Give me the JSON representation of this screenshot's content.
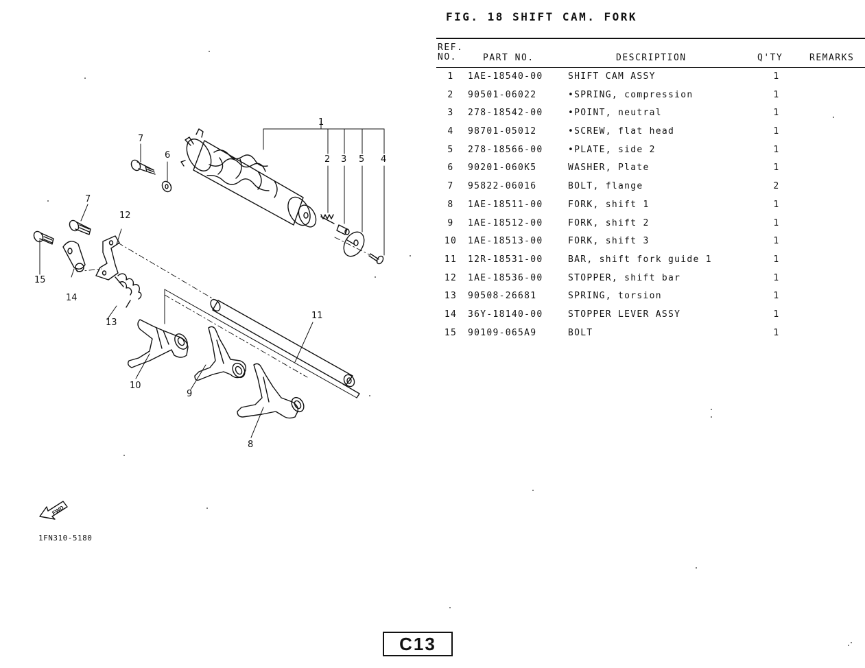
{
  "figure": {
    "title": "FIG. 18  SHIFT CAM. FORK"
  },
  "table": {
    "headers": {
      "ref_line1": "REF.",
      "ref_line2": "NO.",
      "part_no": "PART NO.",
      "description": "DESCRIPTION",
      "qty": "Q'TY",
      "remarks": "REMARKS"
    },
    "rows": [
      {
        "ref": "1",
        "part_no": "1AE-18540-00",
        "description": "SHIFT CAM ASSY",
        "qty": "1"
      },
      {
        "ref": "2",
        "part_no": "90501-06022",
        "description": "•SPRING, compression",
        "qty": "1"
      },
      {
        "ref": "3",
        "part_no": "278-18542-00",
        "description": "•POINT, neutral",
        "qty": "1"
      },
      {
        "ref": "4",
        "part_no": "98701-05012",
        "description": "•SCREW, flat head",
        "qty": "1"
      },
      {
        "ref": "5",
        "part_no": "278-18566-00",
        "description": "•PLATE, side 2",
        "qty": "1"
      },
      {
        "ref": "6",
        "part_no": "90201-060K5",
        "description": "WASHER, Plate",
        "qty": "1"
      },
      {
        "ref": "7",
        "part_no": "95822-06016",
        "description": "BOLT, flange",
        "qty": "2"
      },
      {
        "ref": "8",
        "part_no": "1AE-18511-00",
        "description": "FORK, shift 1",
        "qty": "1"
      },
      {
        "ref": "9",
        "part_no": "1AE-18512-00",
        "description": "FORK, shift 2",
        "qty": "1"
      },
      {
        "ref": "10",
        "part_no": "1AE-18513-00",
        "description": "FORK, shift 3",
        "qty": "1"
      },
      {
        "ref": "11",
        "part_no": "12R-18531-00",
        "description": "BAR, shift fork guide 1",
        "qty": "1"
      },
      {
        "ref": "12",
        "part_no": "1AE-18536-00",
        "description": "STOPPER, shift bar",
        "qty": "1"
      },
      {
        "ref": "13",
        "part_no": "90508-26681",
        "description": "SPRING, torsion",
        "qty": "1"
      },
      {
        "ref": "14",
        "part_no": "36Y-18140-00",
        "description": "STOPPER LEVER ASSY",
        "qty": "1"
      },
      {
        "ref": "15",
        "part_no": "90109-065A9",
        "description": "BOLT",
        "qty": "1"
      }
    ]
  },
  "diagram": {
    "callouts": {
      "c1": "1",
      "c2": "2",
      "c3": "3",
      "c4": "4",
      "c5": "5",
      "c6": "6",
      "c7a": "7",
      "c7b": "7",
      "c8": "8",
      "c9": "9",
      "c10": "10",
      "c11": "11",
      "c12": "12",
      "c13": "13",
      "c14": "14",
      "c15": "15"
    },
    "fwd_label": "FWD",
    "drawing_code": "1FN310-5180"
  },
  "page": {
    "number": "C13"
  }
}
